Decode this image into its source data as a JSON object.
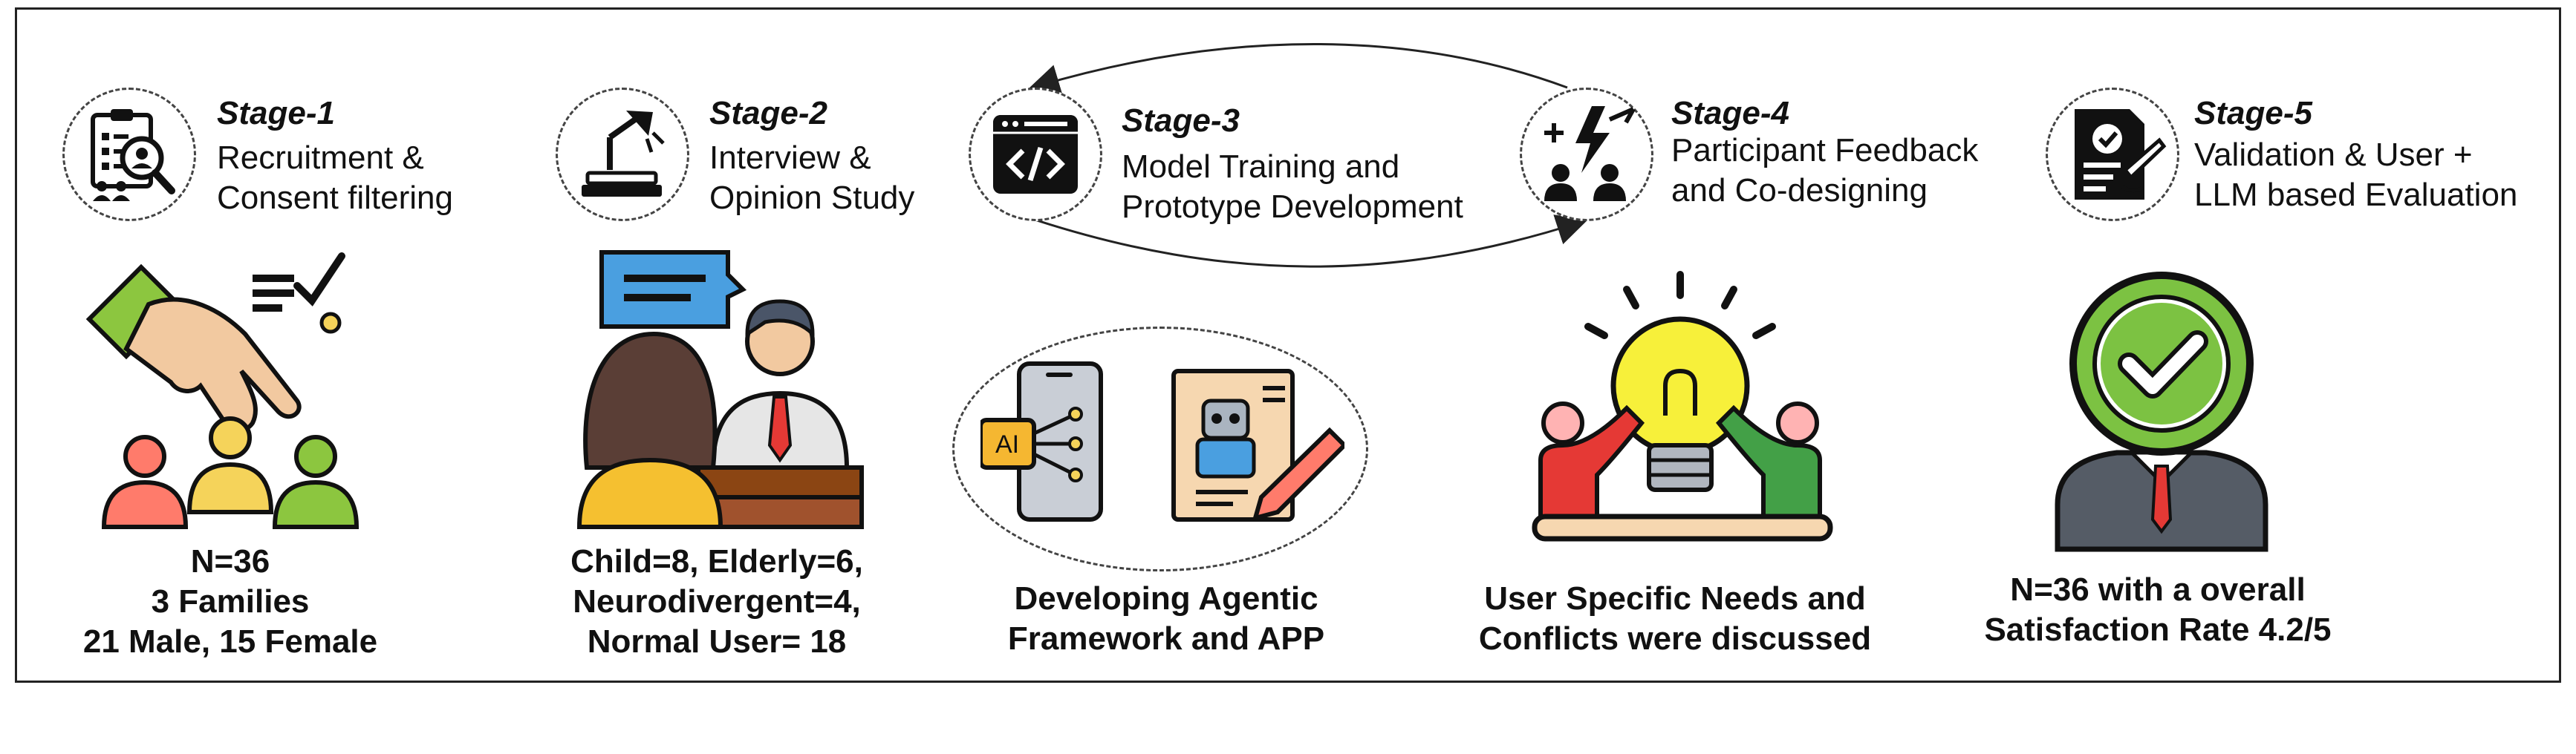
{
  "stages": [
    {
      "title": "Stage-1",
      "lines": [
        "Recruitment &",
        "Consent filtering"
      ],
      "icon": "recruitment-clipboard-icon",
      "caption": [
        "N=36",
        "3 Families",
        "21 Male, 15 Female"
      ],
      "illustration": "hand-selecting-people-illustration"
    },
    {
      "title": "Stage-2",
      "lines": [
        "Interview &",
        "Opinion Study"
      ],
      "icon": "desk-lamp-books-icon",
      "caption": [
        "Child=8, Elderly=6,",
        "Neurodivergent=4,",
        "Normal User= 18"
      ],
      "illustration": "interview-illustration"
    },
    {
      "title": "Stage-3",
      "lines": [
        "Model Training and",
        "Prototype Development"
      ],
      "icon": "code-window-icon",
      "caption": [
        "Developing Agentic",
        "Framework and APP"
      ],
      "illustration": "ai-phone-robot-illustration"
    },
    {
      "title": "Stage-4",
      "lines": [
        "Participant Feedback",
        "and Co-designing"
      ],
      "icon": "co-design-people-icon",
      "caption": [
        "User Specific Needs and",
        "Conflicts were discussed"
      ],
      "illustration": "lightbulb-collaboration-illustration"
    },
    {
      "title": "Stage-5",
      "lines": [
        "Validation & User +",
        "LLM based Evaluation"
      ],
      "icon": "validation-document-icon",
      "caption": [
        "N=36 with a overall",
        "Satisfaction Rate 4.2/5"
      ],
      "illustration": "approved-badge-person-illustration"
    }
  ],
  "ai_chip_label": "AI",
  "colors": {
    "green": "#8cc63f",
    "skin": "#f2c9a0",
    "red": "#ff7b6b",
    "yellow": "#f5d35a",
    "blue": "#4a9fe0",
    "dark": "#111111"
  }
}
